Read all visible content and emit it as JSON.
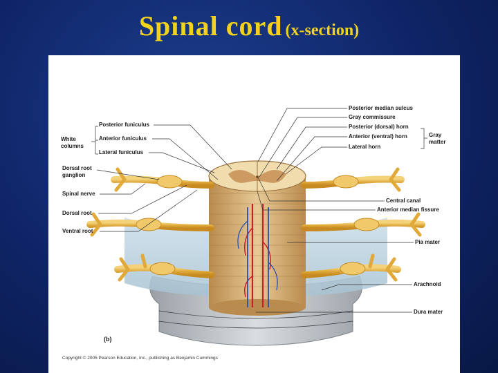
{
  "slide": {
    "title_main": "Spinal cord",
    "title_sub": "(x-section)"
  },
  "figure": {
    "panel_letter": "(b)",
    "copyright": "Copyright © 2005 Pearson Education, Inc., publishing as Benjamin Cummings",
    "left_labels": {
      "white_columns": [
        "White",
        "columns"
      ],
      "posterior_funiculus": "Posterior funiculus",
      "anterior_funiculus": "Anterior funiculus",
      "lateral_funiculus": "Lateral funiculus",
      "dorsal_root_ganglion": [
        "Dorsal root",
        "ganglion"
      ],
      "spinal_nerve": "Spinal nerve",
      "dorsal_root": "Dorsal root",
      "ventral_root": "Ventral root"
    },
    "right_labels": {
      "posterior_median_sulcus": "Posterior median sulcus",
      "gray_commissure": "Gray commissure",
      "posterior_dorsal_horn": "Posterior (dorsal) horn",
      "anterior_ventral_horn": "Anterior (ventral) horn",
      "lateral_horn": "Lateral horn",
      "gray_matter": [
        "Gray",
        "matter"
      ],
      "central_canal": "Central canal",
      "anterior_median_fissure": "Anterior median fissure",
      "pia_mater": "Pia mater",
      "arachnoid": "Arachnoid",
      "dura_mater": "Dura mater"
    }
  }
}
